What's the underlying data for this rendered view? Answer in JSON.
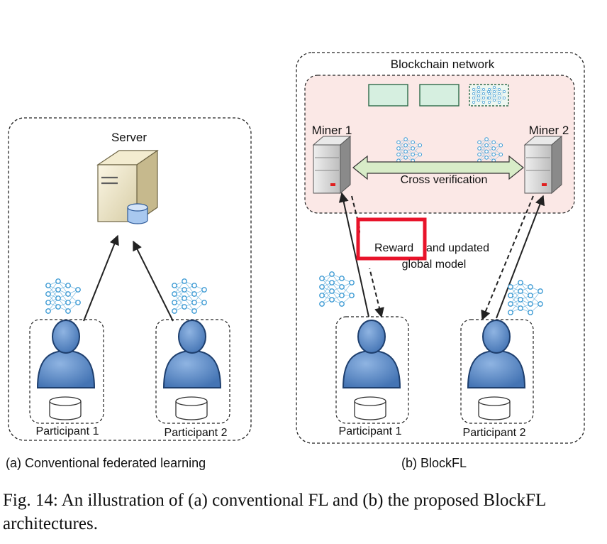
{
  "figure": {
    "conventional": {
      "server_label": "Server",
      "participant_1": "Participant 1",
      "participant_2": "Participant 2",
      "subcaption": "(a) Conventional federated learning"
    },
    "blockfl": {
      "network_label": "Blockchain network",
      "miner_1": "Miner 1",
      "miner_2": "Miner 2",
      "cross_verification": "Cross verification",
      "reward_line_1": "Reward",
      "reward_line_1b": "and updated",
      "reward_line_2": "global model",
      "participant_1": "Participant 1",
      "participant_2": "Participant 2",
      "subcaption": "(b) BlockFL"
    },
    "colors": {
      "highlight": "#e8132a",
      "network_fill": "#fbe8e6",
      "block_fill": "#d6efe0",
      "block_stroke": "#2e6b4a",
      "arrow_fill": "#d8ecc8",
      "person": "#5b88c4",
      "nn": "#5aa7d6"
    }
  },
  "caption": "Fig. 14: An illustration of (a) conventional FL and (b) the proposed BlockFL architectures."
}
